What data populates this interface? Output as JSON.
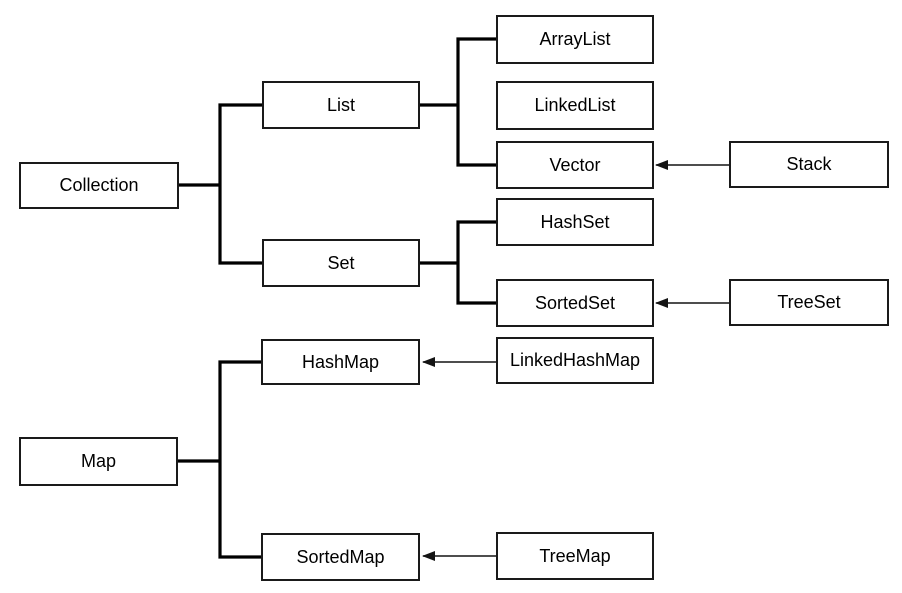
{
  "diagram": {
    "type": "hierarchy",
    "colors": {
      "background": "#ffffff",
      "box_border": "#1a1a1a",
      "tree_line": "#000000",
      "arrow_line": "#141414",
      "text": "#000000"
    },
    "nodes": {
      "collection": {
        "label": "Collection"
      },
      "list": {
        "label": "List"
      },
      "set": {
        "label": "Set"
      },
      "arraylist": {
        "label": "ArrayList"
      },
      "linkedlist": {
        "label": "LinkedList"
      },
      "vector": {
        "label": "Vector"
      },
      "stack": {
        "label": "Stack"
      },
      "hashset": {
        "label": "HashSet"
      },
      "sortedset": {
        "label": "SortedSet"
      },
      "treeset": {
        "label": "TreeSet"
      },
      "hashmap": {
        "label": "HashMap"
      },
      "linkedhashmap": {
        "label": "LinkedHashMap"
      },
      "map": {
        "label": "Map"
      },
      "sortedmap": {
        "label": "SortedMap"
      },
      "treemap": {
        "label": "TreeMap"
      }
    },
    "tree_edges": [
      {
        "from": "Collection",
        "to": "List"
      },
      {
        "from": "Collection",
        "to": "Set"
      },
      {
        "from": "List",
        "to": "ArrayList"
      },
      {
        "from": "List",
        "to": "Vector"
      },
      {
        "from": "Set",
        "to": "HashSet"
      },
      {
        "from": "Set",
        "to": "SortedSet"
      },
      {
        "from": "Map",
        "to": "HashMap"
      },
      {
        "from": "Map",
        "to": "SortedMap"
      }
    ],
    "arrow_edges": [
      {
        "from": "Stack",
        "to": "Vector"
      },
      {
        "from": "TreeSet",
        "to": "SortedSet"
      },
      {
        "from": "LinkedHashMap",
        "to": "HashMap"
      },
      {
        "from": "TreeMap",
        "to": "SortedMap"
      }
    ],
    "notes": "LinkedList box is drawn but has no connector line in the image"
  }
}
